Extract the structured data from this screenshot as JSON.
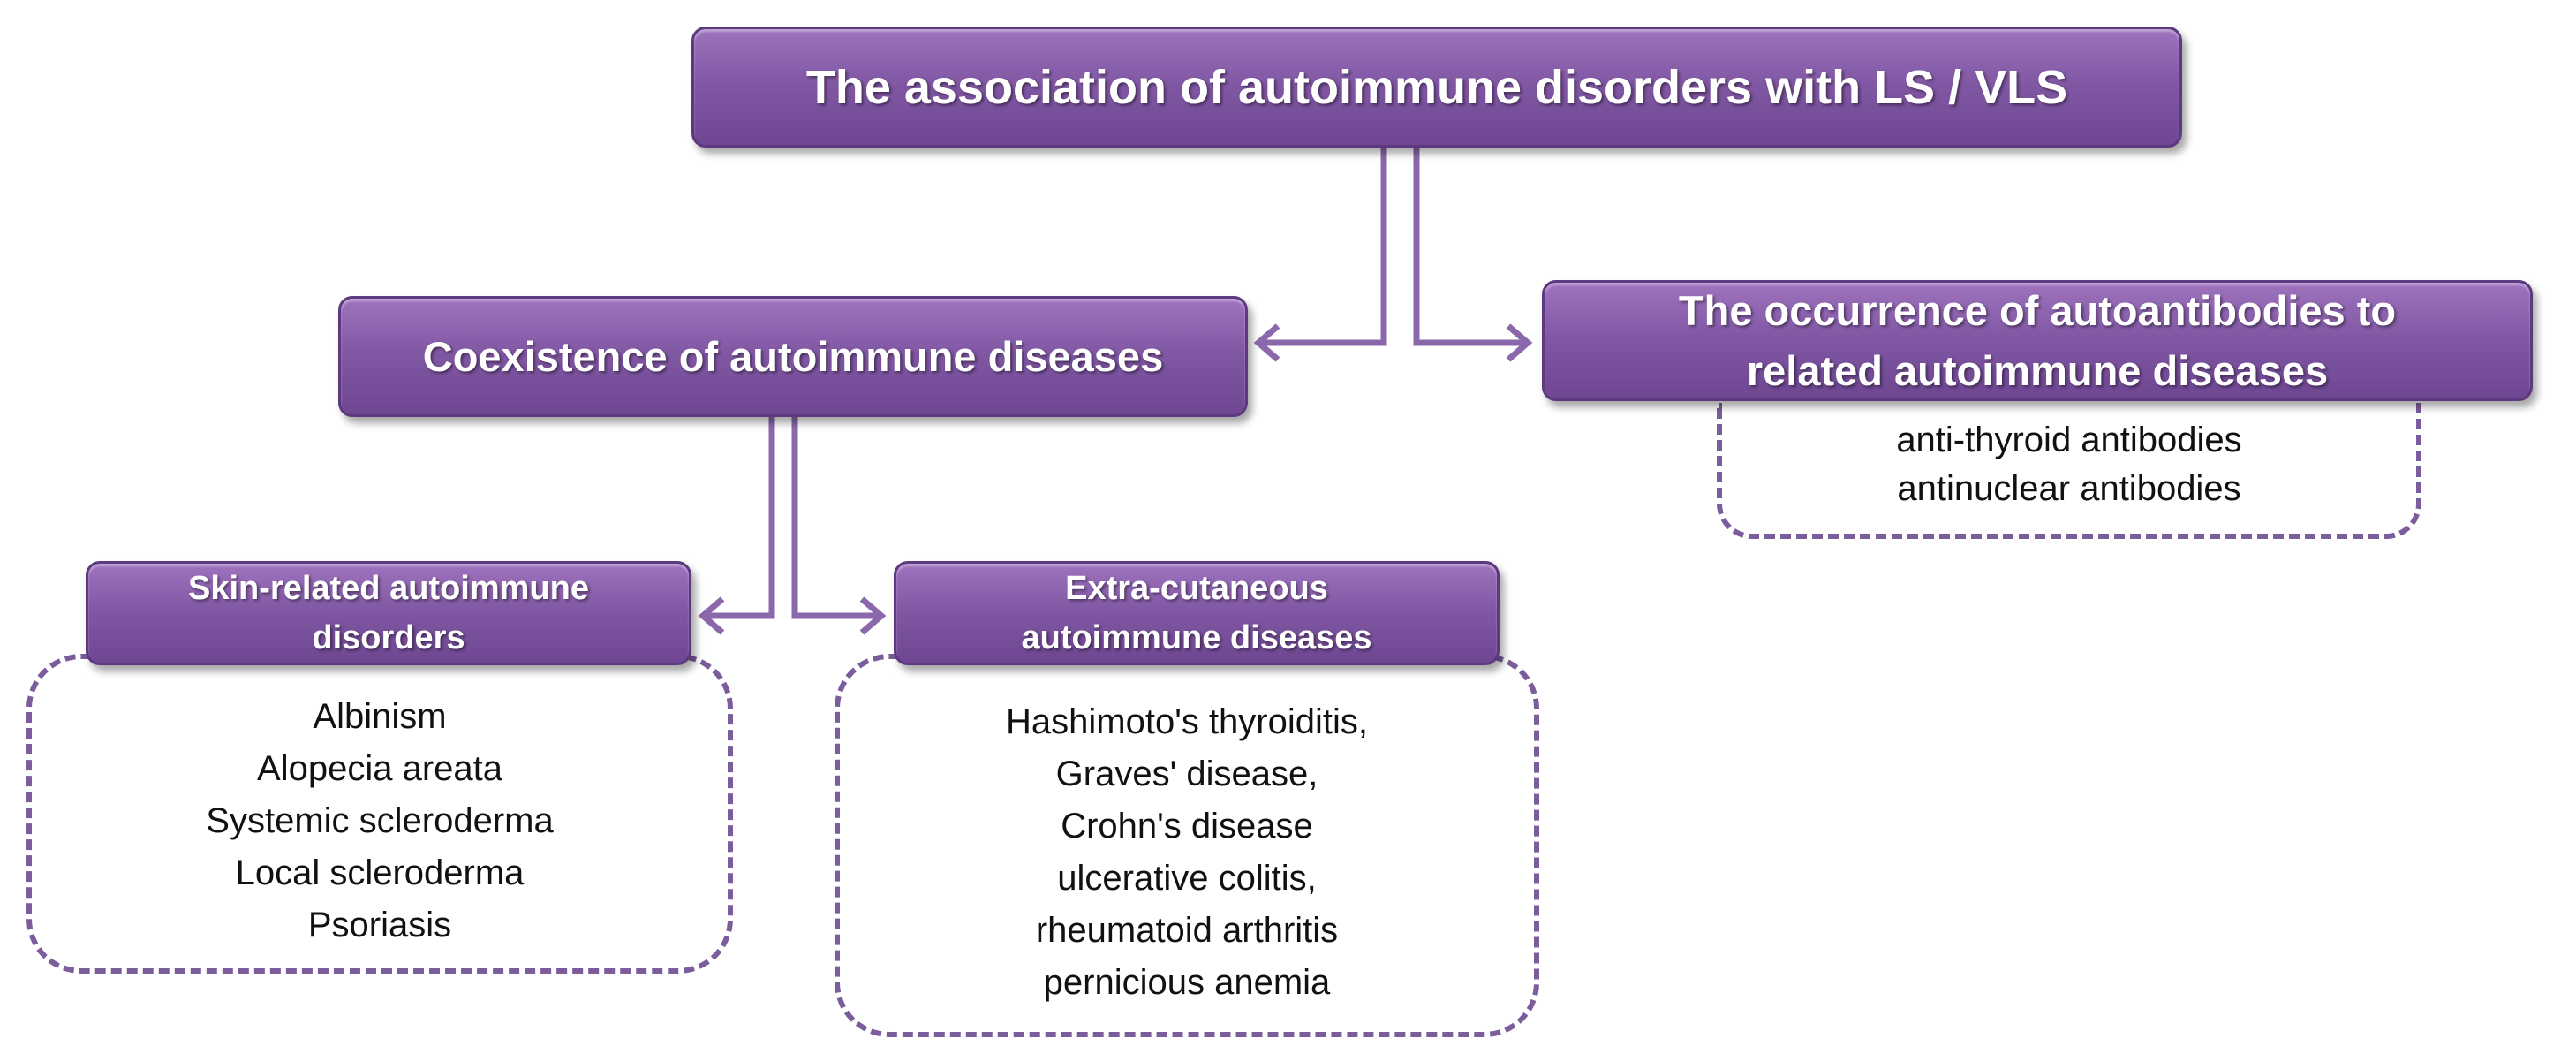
{
  "diagram": {
    "title": "The association of autoimmune disorders with LS / VLS",
    "nodes": {
      "coexistence": {
        "label": "Coexistence of autoimmune diseases"
      },
      "autoantibodies": {
        "label_lines": [
          "The occurrence of autoantibodies to",
          "related autoimmune diseases"
        ],
        "items": [
          "anti-thyroid antibodies",
          "antinuclear antibodies"
        ]
      },
      "skin": {
        "label_lines": [
          "Skin-related autoimmune",
          "disorders"
        ],
        "items": [
          "Albinism",
          "Alopecia areata",
          "Systemic scleroderma",
          "Local scleroderma",
          "Psoriasis"
        ]
      },
      "extra": {
        "label_lines": [
          "Extra-cutaneous",
          "autoimmune  diseases"
        ],
        "items": [
          "Hashimoto's thyroiditis,",
          "Graves' disease,",
          "Crohn's disease",
          "ulcerative colitis,",
          "rheumatoid arthritis",
          "pernicious anemia"
        ]
      }
    },
    "colors": {
      "box_top": "#9e73be",
      "box_bottom": "#6e4692",
      "box_border": "#5d3a7f",
      "connector": "#8a68ab",
      "dashed_border": "#7b5d9b",
      "header_text": "#ffffff",
      "list_text": "#111111"
    }
  }
}
